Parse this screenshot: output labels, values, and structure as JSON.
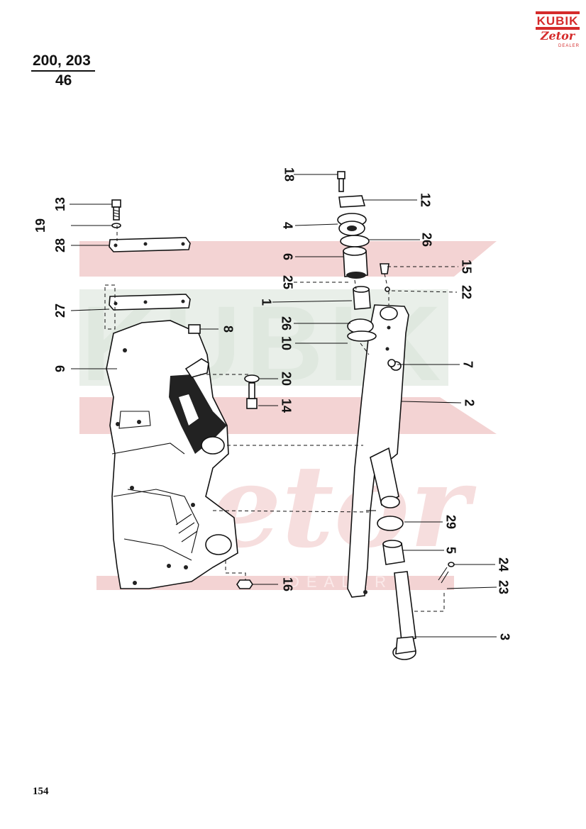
{
  "header": {
    "top": "200, 203",
    "bottom": "46"
  },
  "logo": {
    "brand": "KUBIK",
    "sub": "Zetor",
    "tag": "DEALER"
  },
  "watermark": {
    "brand": "KUBIK",
    "sub": "Zetor",
    "tag": "DEALER"
  },
  "page_number": "154",
  "callouts": [
    {
      "id": "18",
      "text": "18"
    },
    {
      "id": "12",
      "text": "12"
    },
    {
      "id": "4",
      "text": "4"
    },
    {
      "id": "26a",
      "text": "26"
    },
    {
      "id": "6",
      "text": "6"
    },
    {
      "id": "15",
      "text": "15"
    },
    {
      "id": "25",
      "text": "25"
    },
    {
      "id": "22",
      "text": "22"
    },
    {
      "id": "1",
      "text": "1"
    },
    {
      "id": "26b",
      "text": "26"
    },
    {
      "id": "10",
      "text": "10"
    },
    {
      "id": "7",
      "text": "7"
    },
    {
      "id": "20",
      "text": "20"
    },
    {
      "id": "14",
      "text": "14"
    },
    {
      "id": "2",
      "text": "2"
    },
    {
      "id": "13",
      "text": "13"
    },
    {
      "id": "19",
      "text": "19"
    },
    {
      "id": "28",
      "text": "28"
    },
    {
      "id": "27",
      "text": "27"
    },
    {
      "id": "8",
      "text": "8"
    },
    {
      "id": "9",
      "text": "9"
    },
    {
      "id": "29",
      "text": "29"
    },
    {
      "id": "5",
      "text": "5"
    },
    {
      "id": "24",
      "text": "24"
    },
    {
      "id": "23",
      "text": "23"
    },
    {
      "id": "16",
      "text": "16"
    },
    {
      "id": "3",
      "text": "3"
    }
  ]
}
